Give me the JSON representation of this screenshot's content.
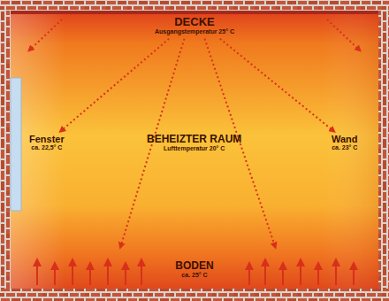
{
  "diagram": {
    "nodes": [
      {
        "text": [
          "DECKE",
          "Ausgangstemperatur 25° C"
        ]
      },
      {
        "text": [
          "Fenster",
          "ca. 22,5° C"
        ]
      },
      {
        "text": [
          "BEHEIZTER RAUM",
          "Lufttemperatur 20° C"
        ]
      },
      {
        "text": [
          "Wand",
          "ca. 23° C"
        ]
      },
      {
        "text": [
          "BODEN",
          "ca. 25° C"
        ]
      }
    ],
    "edges": [
      {
        "from": 0,
        "to": 1,
        "arrow": "to"
      },
      {
        "from": 0,
        "to": 4,
        "arrow": "to"
      },
      {
        "from": 0,
        "to": 4,
        "arrow": "to"
      },
      {
        "from": 0,
        "to": 3,
        "arrow": "to"
      }
    ]
  }
}
